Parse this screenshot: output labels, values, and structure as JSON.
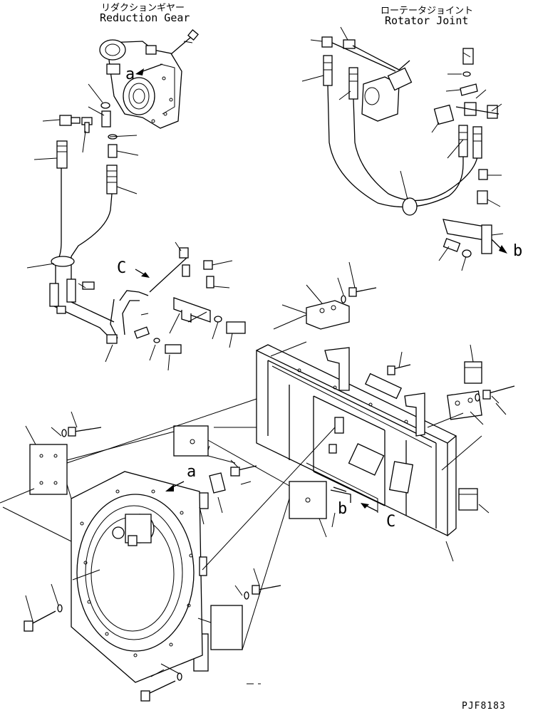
{
  "labels": {
    "reduction_gear_jp": "リダクションギヤー",
    "reduction_gear_en": "Reduction Gear",
    "rotator_joint_jp": "ローテータジョイント",
    "rotator_joint_en": "Rotator Joint",
    "ref_a_1": "a",
    "ref_a_2": "a",
    "ref_b_1": "b",
    "ref_b_2": "b",
    "ref_c_1": "C",
    "ref_c_2": "C",
    "drawing_number": "PJF8183"
  },
  "colors": {
    "line": "#000000",
    "background": "#ffffff"
  }
}
